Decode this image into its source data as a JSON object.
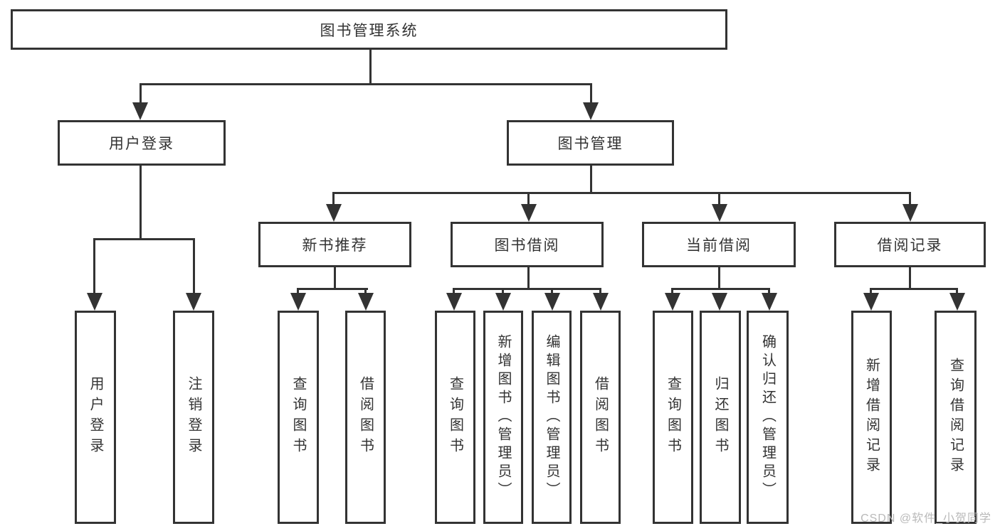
{
  "diagram": {
    "title": "图书管理系统",
    "level2": {
      "user_login": "用户登录",
      "book_management": "图书管理"
    },
    "level3": {
      "new_book_recommendation": "新书推荐",
      "book_borrowing": "图书借阅",
      "current_borrowing": "当前借阅",
      "borrowing_records": "借阅记录"
    },
    "leaves": {
      "user_login": [
        "用户登录",
        "注销登录"
      ],
      "new_book_recommendation": [
        "查询图书",
        "借阅图书"
      ],
      "book_borrowing": [
        "查询图书",
        "新增图书（管理员）",
        "编辑图书（管理员）",
        "借阅图书"
      ],
      "current_borrowing": [
        "查询图书",
        "归还图书",
        "确认归还（管理员）"
      ],
      "borrowing_records": [
        "新增借阅记录",
        "查询借阅记录"
      ]
    }
  },
  "watermark": "CSDN @软件_小贺同学",
  "colors": {
    "line": "#333333",
    "text": "#333333",
    "background": "#ffffff",
    "watermark": "#b9b9b9"
  }
}
